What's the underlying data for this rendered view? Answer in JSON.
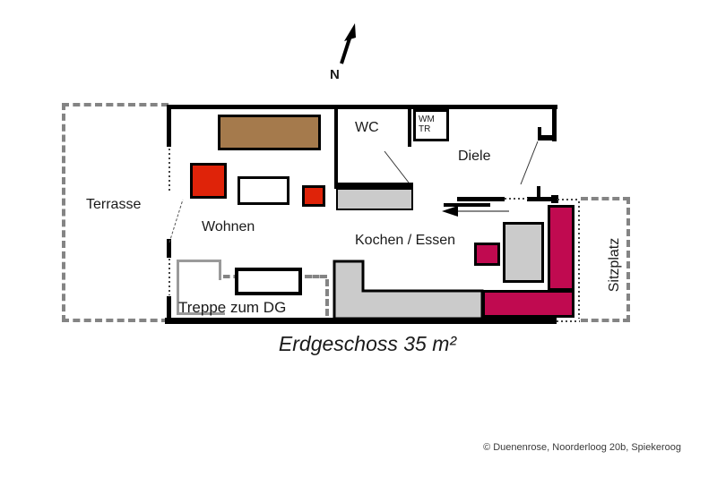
{
  "compass": {
    "north_label": "N"
  },
  "floor": {
    "title": "Erdgeschoss 35 m²",
    "copyright": "© Duenenrose, Noorderloog 20b, Spiekeroog"
  },
  "rooms": {
    "terrasse": {
      "label": "Terrasse"
    },
    "wohnen": {
      "label": "Wohnen"
    },
    "wc": {
      "label": "WC"
    },
    "diele": {
      "label": "Diele"
    },
    "kochen_essen": {
      "label": "Kochen / Essen"
    },
    "treppe": {
      "label": "Treppe zum DG"
    },
    "sitzplatz": {
      "label": "Sitzplatz"
    }
  },
  "appliances": {
    "washer": "WM",
    "dryer": "TR"
  },
  "colors": {
    "wall": "#000000",
    "sideboard_brown": "#A57A4C",
    "seat_red": "#DF2309",
    "bench_crimson": "#C00A50",
    "counter_gray": "#CBCBCB",
    "stair_gray": "#9A9A9A",
    "outline_dash_gray": "#848484"
  }
}
